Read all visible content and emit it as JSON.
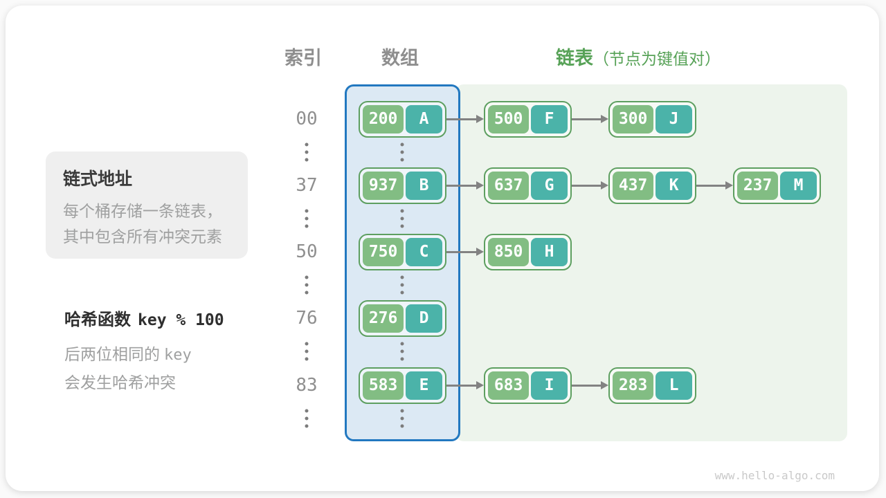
{
  "header": {
    "index": "索引",
    "array": "数组",
    "list": "链表",
    "list_note": "（节点为键值对）"
  },
  "info_box": {
    "title": "链式地址",
    "line1": "每个桶存储一条链表，",
    "line2": "其中包含所有冲突元素"
  },
  "hash_note": {
    "label": "哈希函数",
    "code": "key % 100",
    "line2_text": "后两位相同的",
    "line2_code": "key",
    "line3": "会发生哈希冲突"
  },
  "watermark": "www.hello-algo.com",
  "colors": {
    "key_green": "#82bd83",
    "value_teal": "#4bb3a9",
    "node_border_green": "#5d9f60",
    "array_bg": "#dce9f4",
    "array_border_blue": "#2278c0",
    "list_bg": "#edf4ec",
    "heading_green": "#57a257",
    "gray_text": "#8e8e8e",
    "arrow_gray": "#828282"
  },
  "diagram": {
    "rows": [
      {
        "index": "00",
        "bucket": {
          "key": "200",
          "value": "A"
        },
        "chain": [
          {
            "key": "500",
            "value": "F"
          },
          {
            "key": "300",
            "value": "J"
          }
        ]
      },
      {
        "index": "37",
        "bucket": {
          "key": "937",
          "value": "B"
        },
        "chain": [
          {
            "key": "637",
            "value": "G"
          },
          {
            "key": "437",
            "value": "K"
          },
          {
            "key": "237",
            "value": "M"
          }
        ]
      },
      {
        "index": "50",
        "bucket": {
          "key": "750",
          "value": "C"
        },
        "chain": [
          {
            "key": "850",
            "value": "H"
          }
        ]
      },
      {
        "index": "76",
        "bucket": {
          "key": "276",
          "value": "D"
        },
        "chain": []
      },
      {
        "index": "83",
        "bucket": {
          "key": "583",
          "value": "E"
        },
        "chain": [
          {
            "key": "683",
            "value": "I"
          },
          {
            "key": "283",
            "value": "L"
          }
        ]
      }
    ]
  }
}
